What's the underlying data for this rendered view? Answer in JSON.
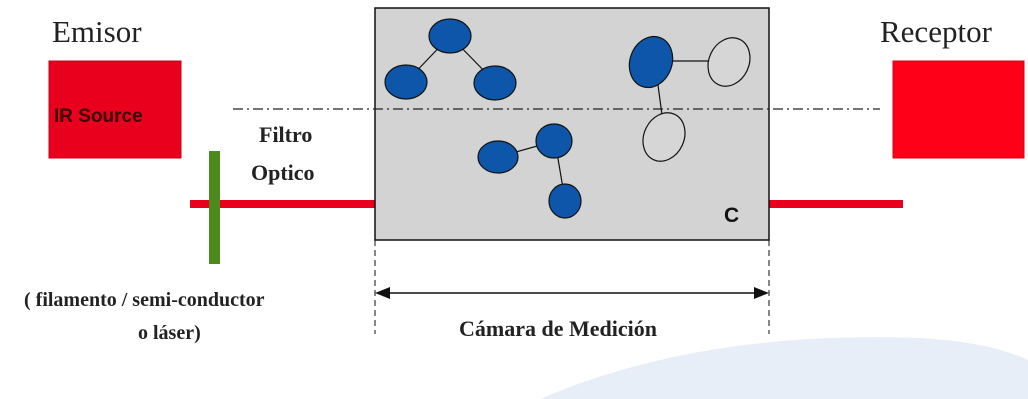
{
  "labels": {
    "emitter_title": "Emisor",
    "receiver_title": "Receptor",
    "source_label": "IR Source",
    "filter_line1": "Filtro",
    "filter_line2": "Optico",
    "source_note_line1": "( filamento / semi-conductor",
    "source_note_line2": "o láser)",
    "chamber_label": "Cámara de Medición",
    "concentration_symbol": "C"
  },
  "colors": {
    "emitter_fill": "#e8001c",
    "receiver_fill": "#ff0019",
    "beam": "#e8001c",
    "filter": "#4c8a1e",
    "chamber_fill": "#d3d3d3",
    "molecule_blue": "#0d56aa",
    "molecule_grey": "#d6d6d6",
    "decorative_wave": "#e7eef8"
  }
}
